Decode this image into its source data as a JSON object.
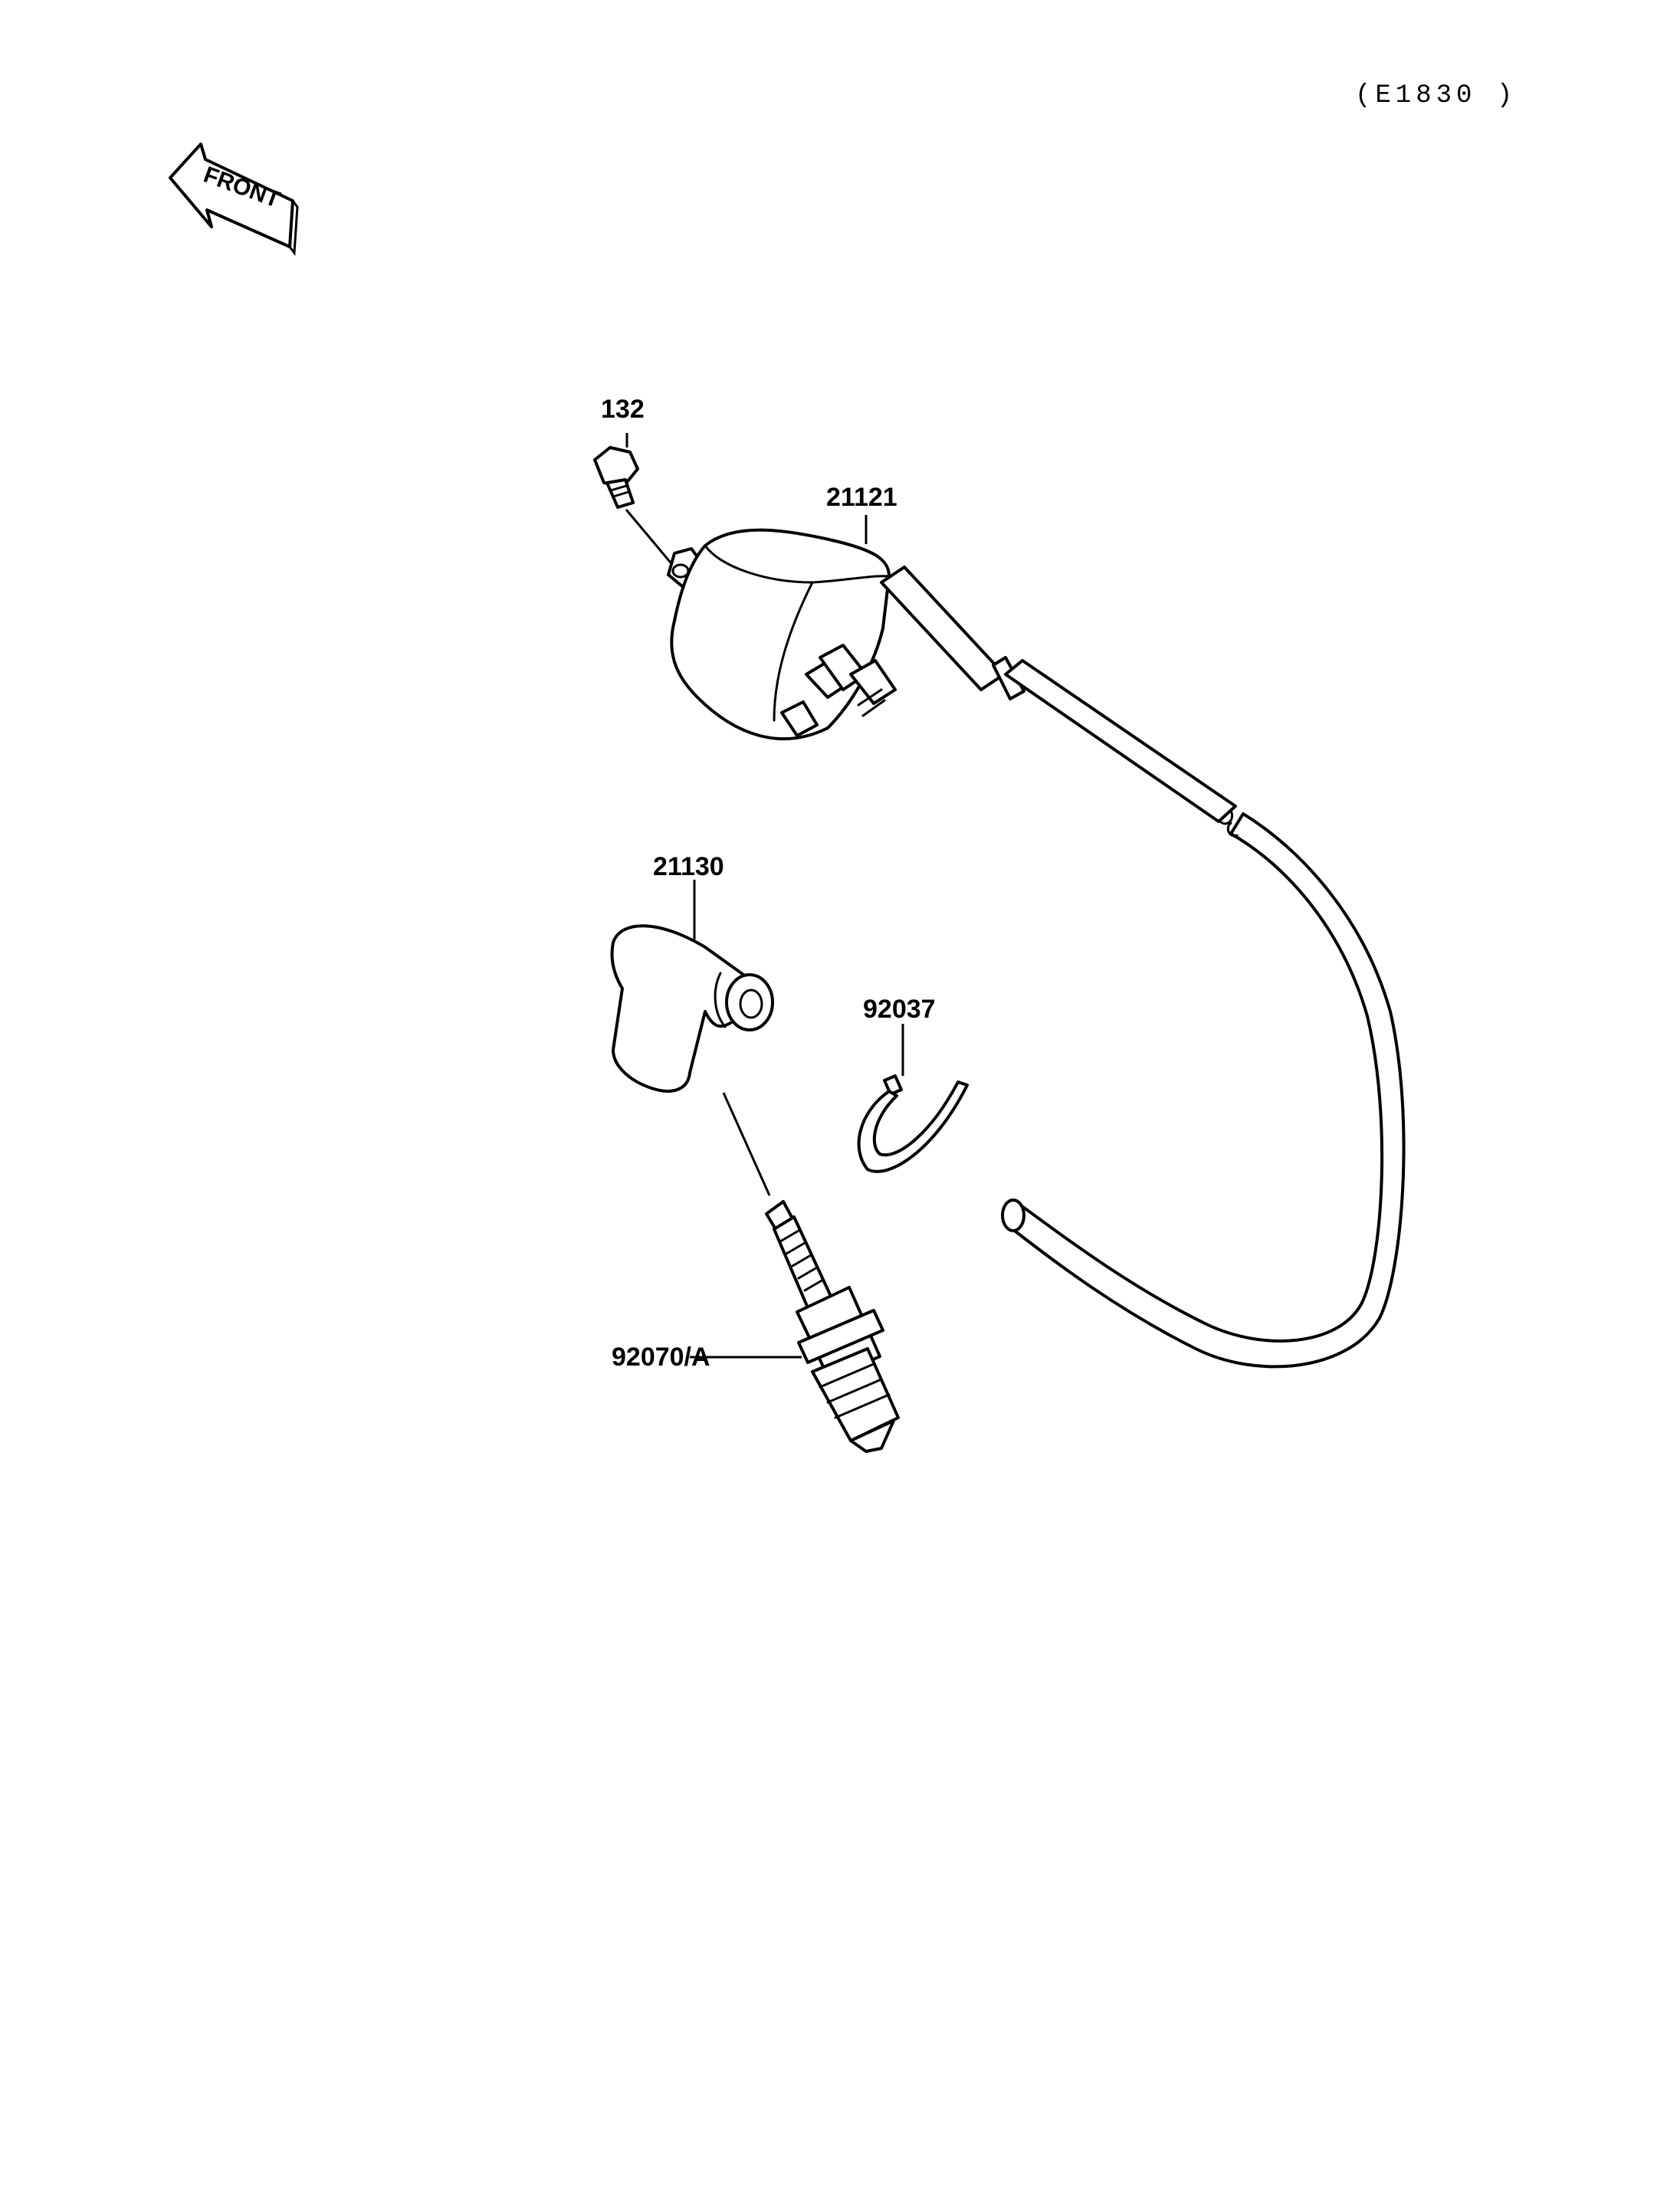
{
  "diagram_code": "(E1830 )",
  "front_arrow_label": "FRONT",
  "parts": {
    "bolt": "132",
    "ignition_coil": "21121",
    "plug_cap": "21130",
    "clamp": "92037",
    "spark_plug": "92070/A"
  }
}
